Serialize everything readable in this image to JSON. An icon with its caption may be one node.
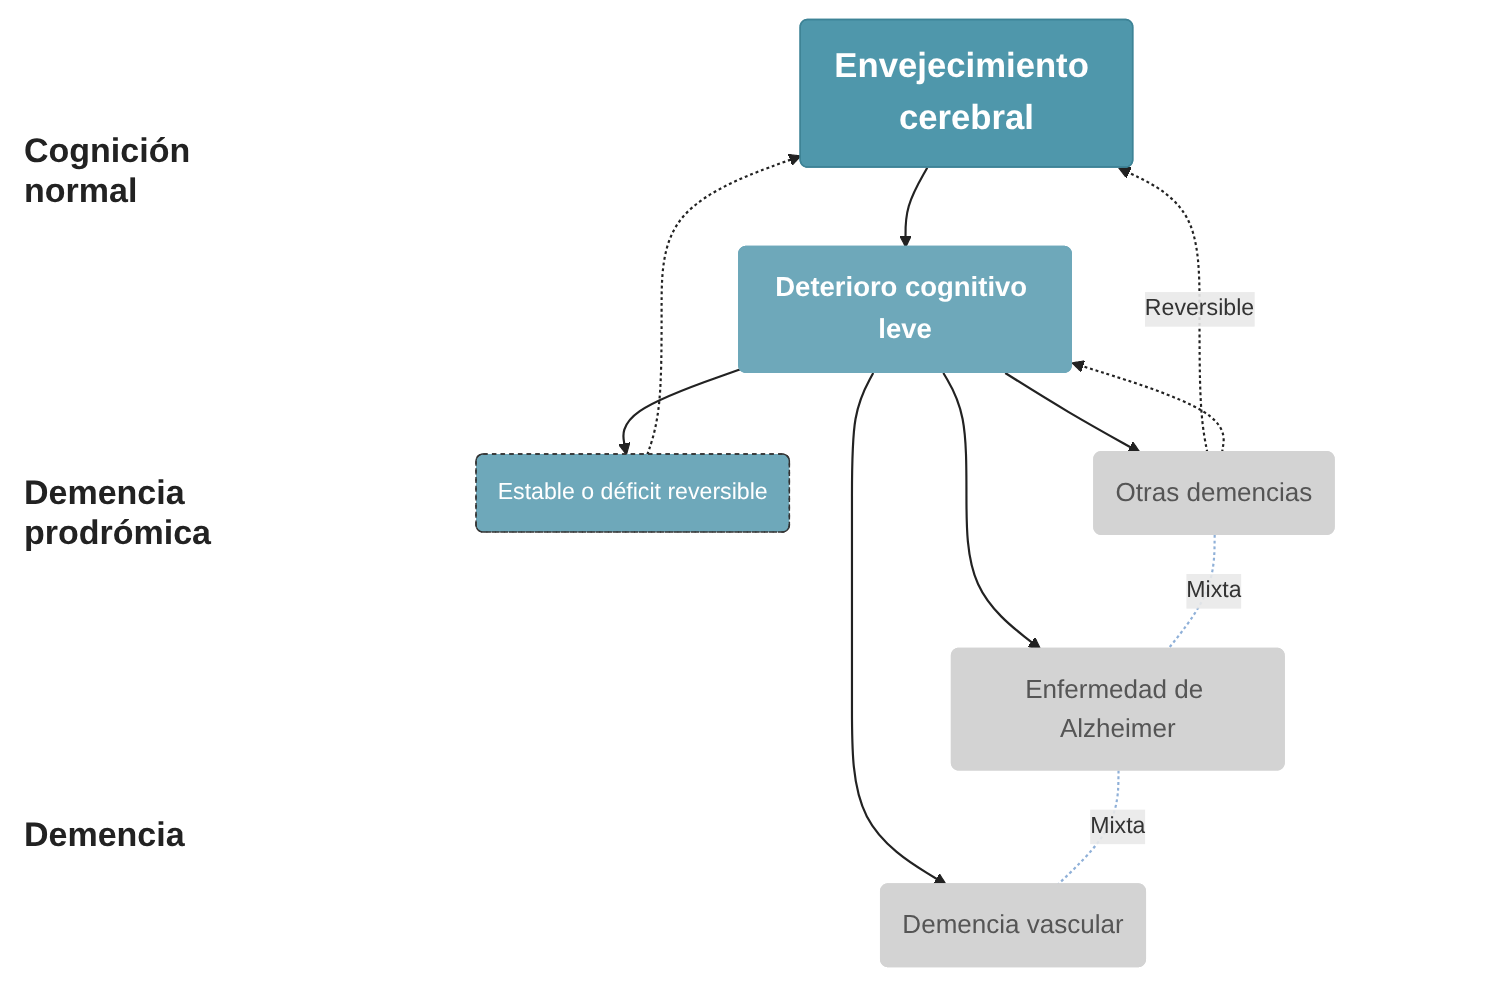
{
  "diagram": {
    "nodes": [
      {
        "text": [
          "Envejecimiento cerebral"
        ]
      },
      {
        "text": [
          "Deterioro cognitivo leve"
        ]
      },
      {
        "text": [
          "Estable o déficit reversible"
        ]
      },
      {
        "text": [
          "Otras demencias"
        ]
      },
      {
        "text": [
          "Enfermedad de Alzheimer"
        ]
      },
      {
        "text": [
          "Demencia vascular"
        ]
      }
    ],
    "edges": [
      {
        "from": 0,
        "to": 1,
        "arrow": "to"
      },
      {
        "from": 1,
        "to": 2,
        "arrow": "to"
      },
      {
        "from": 2,
        "to": 0,
        "arrow": "to",
        "style": "dashed"
      },
      {
        "from": 1,
        "to": 3,
        "arrow": "to"
      },
      {
        "from": 1,
        "to": 4,
        "arrow": "to"
      },
      {
        "from": 1,
        "to": 5,
        "arrow": "to"
      },
      {
        "from": 3,
        "to": 0,
        "arrow": "to",
        "style": "dashed",
        "label": "Reversible"
      },
      {
        "from": 3,
        "to": 1,
        "arrow": "to",
        "style": "dashed"
      },
      {
        "from": 3,
        "to": 4,
        "arrow": "none",
        "style": "dashed",
        "color": "#8fb0d8",
        "label": "Mixta"
      },
      {
        "from": 4,
        "to": 5,
        "arrow": "none",
        "style": "dashed",
        "color": "#8fb0d8",
        "label": "Mixta"
      }
    ],
    "labels": [
      "Cognición normal",
      "Demencia prodrómica",
      "Demencia"
    ]
  }
}
